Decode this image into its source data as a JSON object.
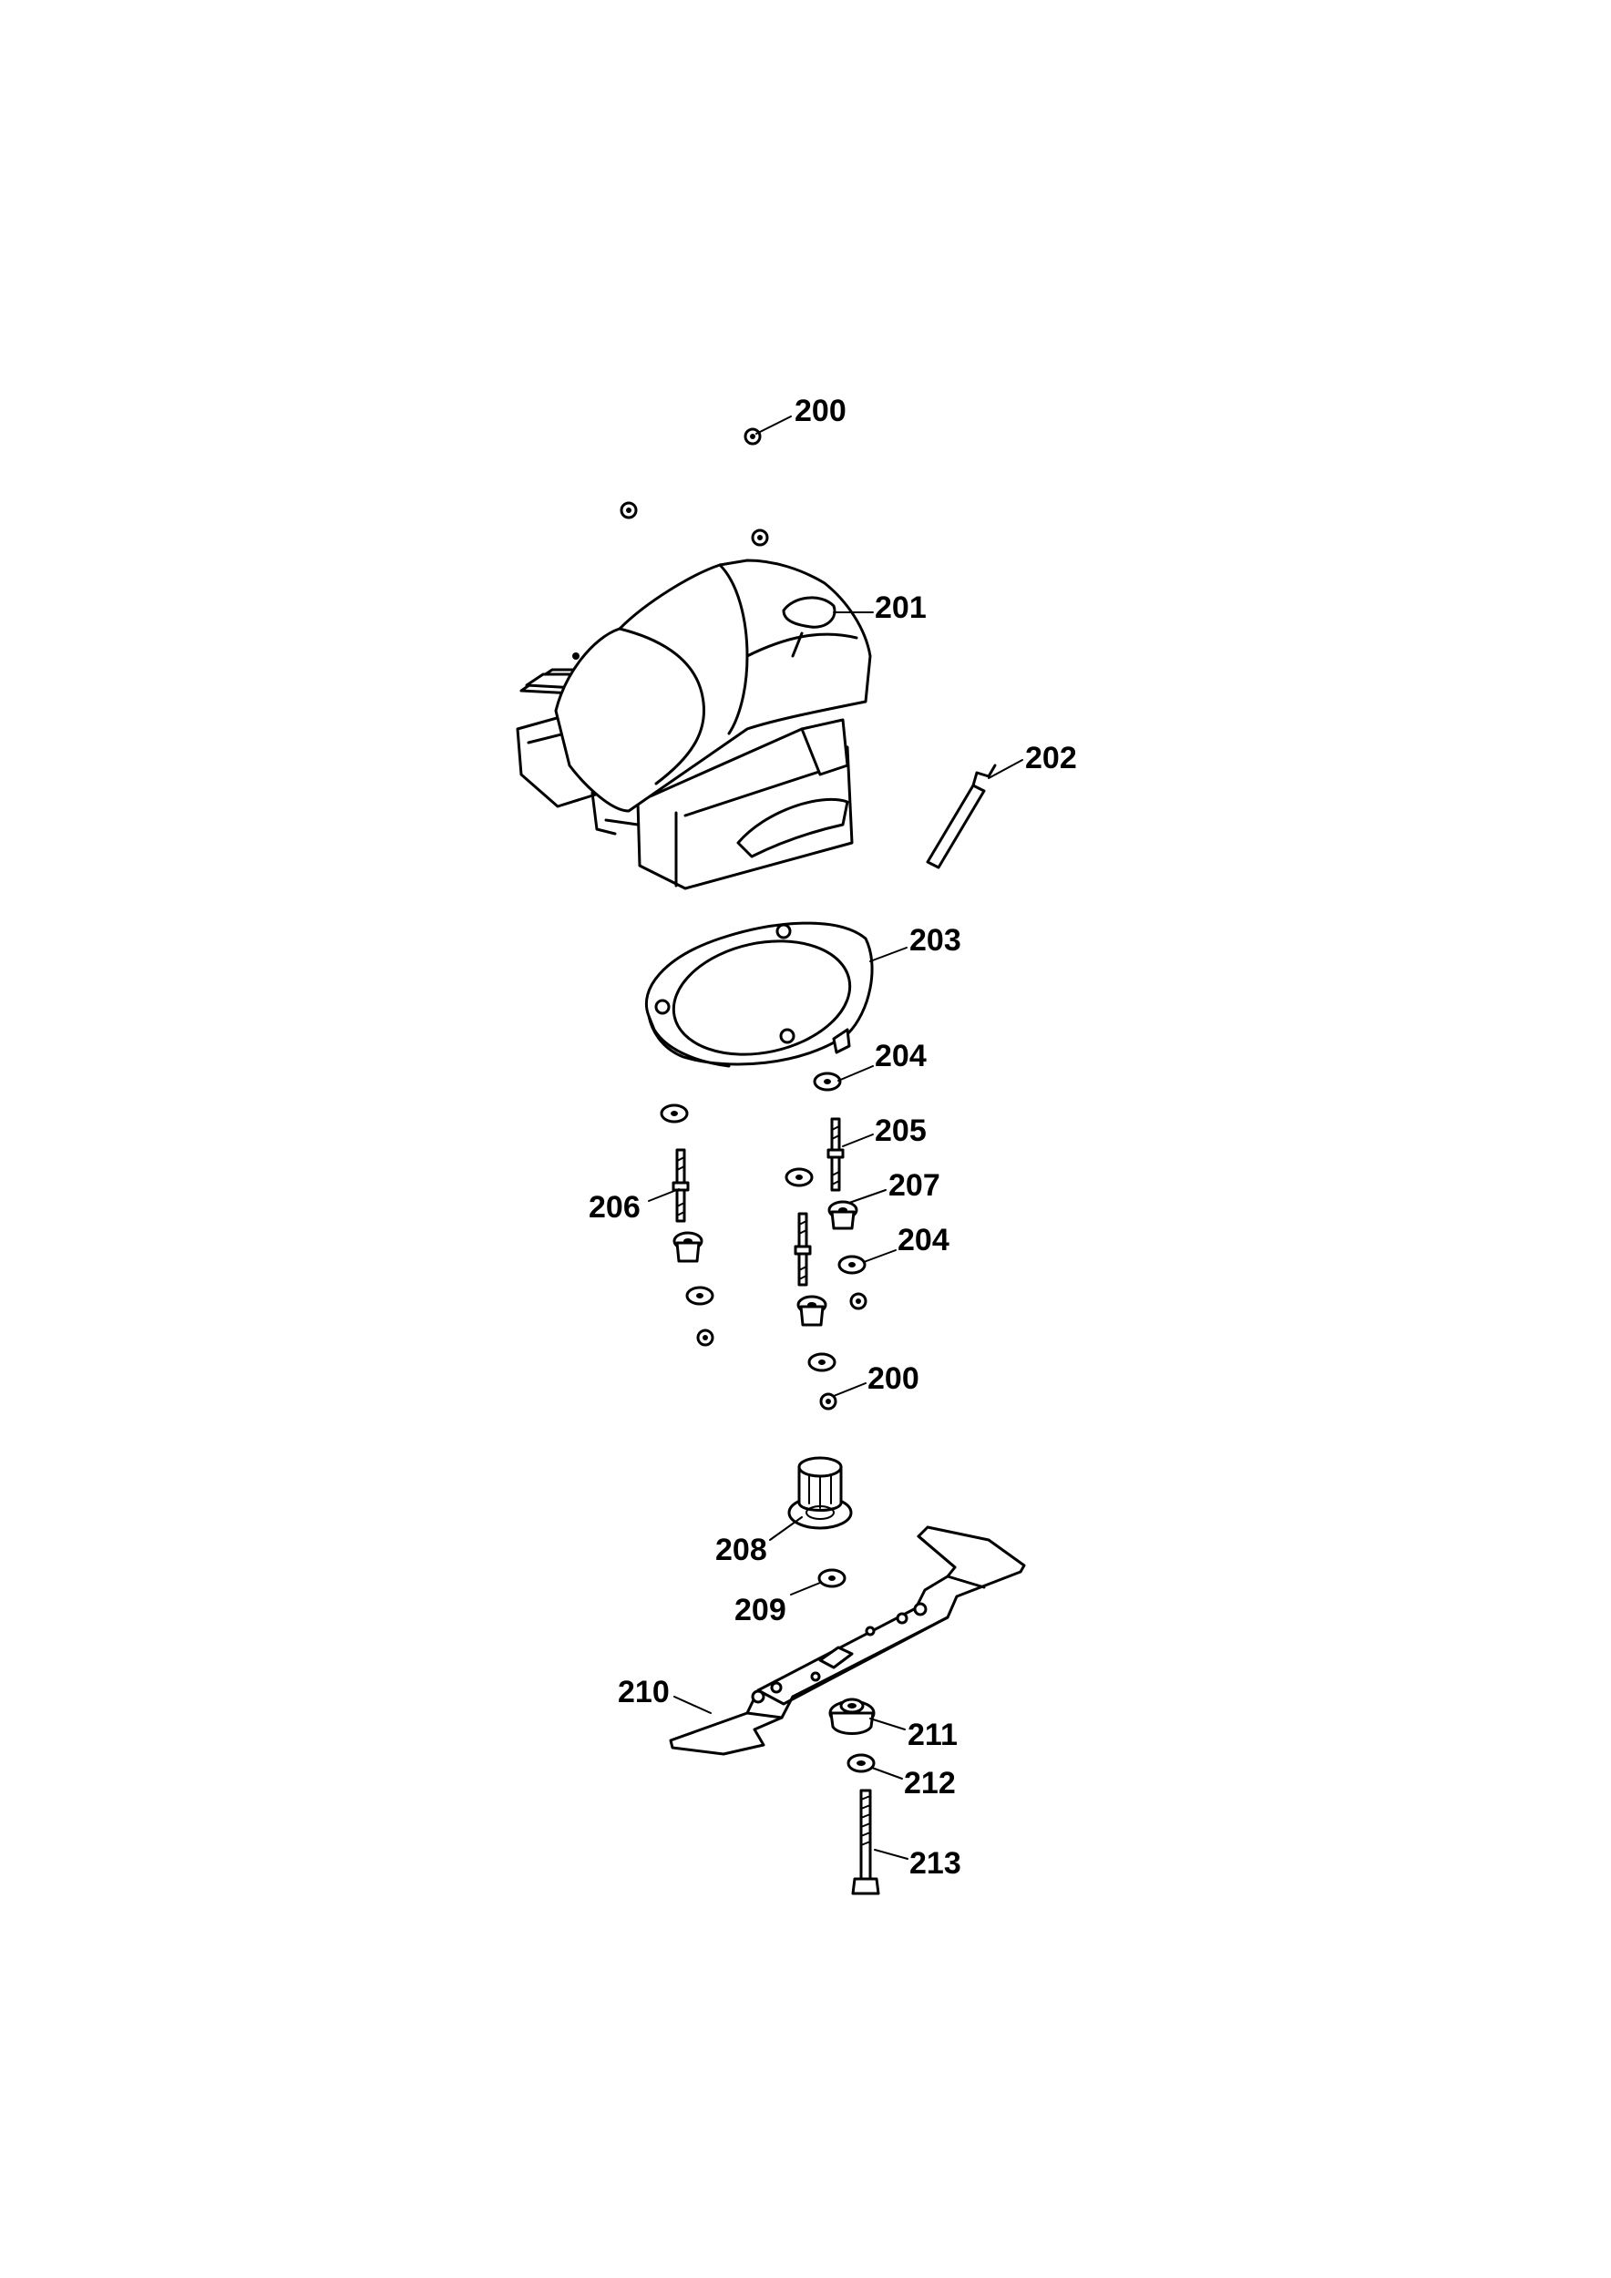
{
  "labels": {
    "l200a": "200",
    "l201": "201",
    "l202": "202",
    "l203": "203",
    "l204a": "204",
    "l205": "205",
    "l206": "206",
    "l207": "207",
    "l204b": "204",
    "l200b": "200",
    "l208": "208",
    "l209": "209",
    "l210": "210",
    "l211": "211",
    "l212": "212",
    "l213": "213"
  }
}
